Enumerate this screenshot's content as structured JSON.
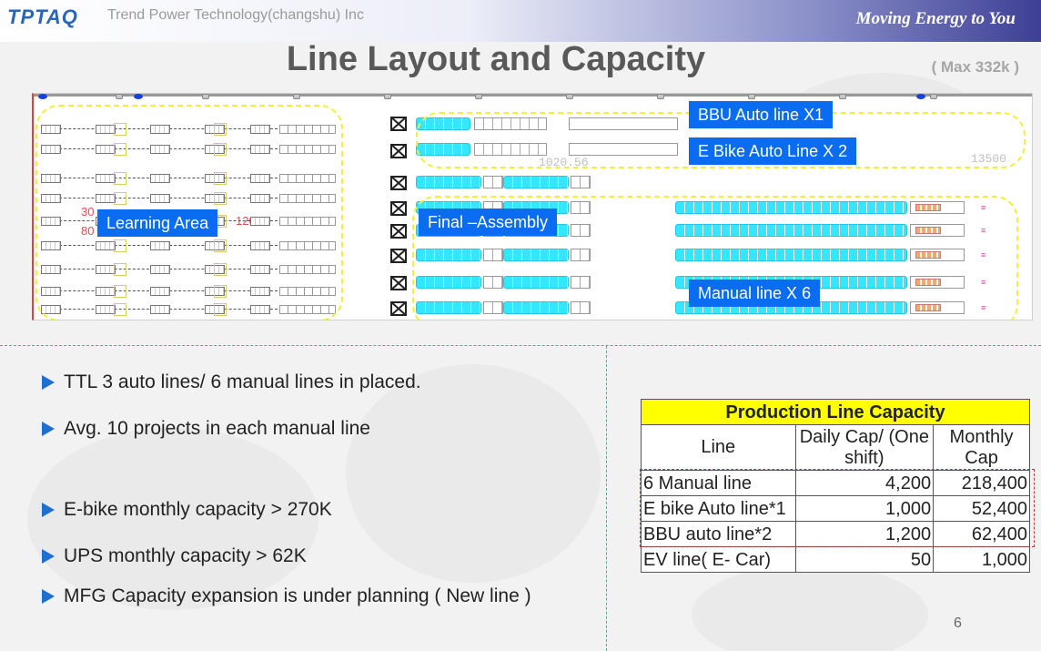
{
  "header": {
    "logo": "TPTAQ",
    "company": "Trend Power Technology(changshu) Inc",
    "slogan": "Moving Energy to You"
  },
  "title": "Line Layout and Capacity",
  "max_capacity": "( Max 332k )",
  "layout_labels": {
    "learning_area": "Learning Area",
    "final_assembly": "Final –Assembly",
    "bbu_auto": "BBU Auto line X1",
    "ebike_auto": "E Bike Auto Line X 2",
    "manual_line": "Manual line X 6"
  },
  "drawing_marks": {
    "dim_1": "1020.56",
    "dim_2": "13500",
    "faint_30": "30",
    "faint_80": "80",
    "faint_120k": "120K"
  },
  "bullets": [
    "TTL 3 auto lines/ 6 manual lines in placed.",
    "Avg. 10 projects in each manual line",
    "E-bike monthly capacity > 270K",
    "UPS  monthly capacity > 62K",
    "MFG Capacity expansion is under planning ( New line )"
  ],
  "table": {
    "title": "Production Line Capacity",
    "headers": [
      "Line",
      "Daily Cap/ (One shift)",
      "Monthly Cap"
    ],
    "rows": [
      [
        "6 Manual line",
        "4,200",
        "218,400"
      ],
      [
        "E bike Auto line*1",
        "1,000",
        "52,400"
      ],
      [
        "BBU auto  line*2",
        "1,200",
        "62,400"
      ],
      [
        "EV line( E- Car)",
        "50",
        "1,000"
      ]
    ]
  },
  "page_number": "6",
  "colors": {
    "label_blue": "#0a6cf0",
    "zone_yellow": "#f5ef3a",
    "table_title_bg": "#ffff00",
    "bullet_blue": "#1f6fd0"
  }
}
